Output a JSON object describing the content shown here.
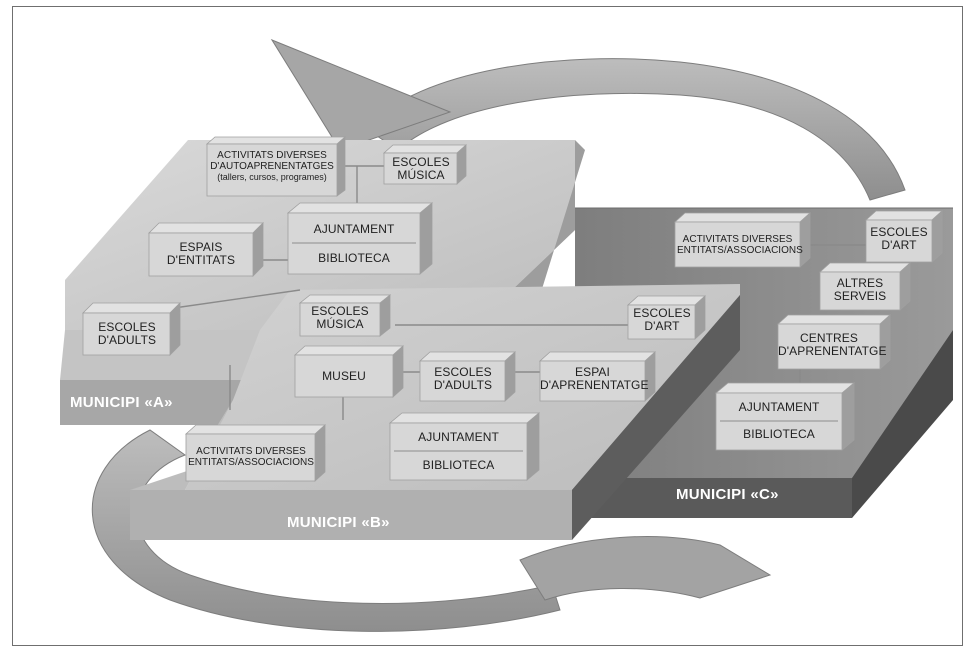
{
  "municipalities": {
    "a": {
      "title": "MUNICIPI «A»",
      "activities_line1": "ACTIVITATS DIVERSES",
      "activities_line2": "D'AUTOAPRENENTATGES",
      "activities_line3": "(tallers, cursos, programes)",
      "music_line1": "ESCOLES",
      "music_line2": "MÚSICA",
      "town_hall": "AJUNTAMENT",
      "library": "BIBLIOTECA",
      "entities_line1": "ESPAIS",
      "entities_line2": "D'ENTITATS",
      "adults_line1": "ESCOLES",
      "adults_line2": "D'ADULTS"
    },
    "b": {
      "title": "MUNICIPI «B»",
      "music_line1": "ESCOLES",
      "music_line2": "MÚSICA",
      "art_line1": "ESCOLES",
      "art_line2": "D'ART",
      "museum": "MUSEU",
      "adults_line1": "ESCOLES",
      "adults_line2": "D'ADULTS",
      "learning_line1": "ESPAI",
      "learning_line2": "D'APRENENTATGE",
      "activities_line1": "ACTIVITATS DIVERSES",
      "activities_line2": "ENTITATS/ASSOCIACIONS",
      "town_hall": "AJUNTAMENT",
      "library": "BIBLIOTECA"
    },
    "c": {
      "title": "MUNICIPI «C»",
      "activities_line1": "ACTIVITATS DIVERSES",
      "activities_line2": "ENTITATS/ASSOCIACIONS",
      "art_line1": "ESCOLES",
      "art_line2": "D'ART",
      "other_line1": "ALTRES",
      "other_line2": "SERVEIS",
      "centres_line1": "CENTRES",
      "centres_line2": "D'APRENENTATGE",
      "town_hall": "AJUNTAMENT",
      "library": "BIBLIOTECA"
    }
  },
  "colors": {
    "platform_a_top": "#cfcfcf",
    "platform_a_front": "#a9a9a9",
    "platform_b_top": "#c8c8c8",
    "platform_b_front": "#b4b4b4",
    "platform_c_top": "#8a8a8a",
    "platform_c_front": "#5e5e5e",
    "arrow_fill": "#a8a8a8",
    "box_face": "#d6d6d6",
    "box_side": "#9c9c9c"
  }
}
